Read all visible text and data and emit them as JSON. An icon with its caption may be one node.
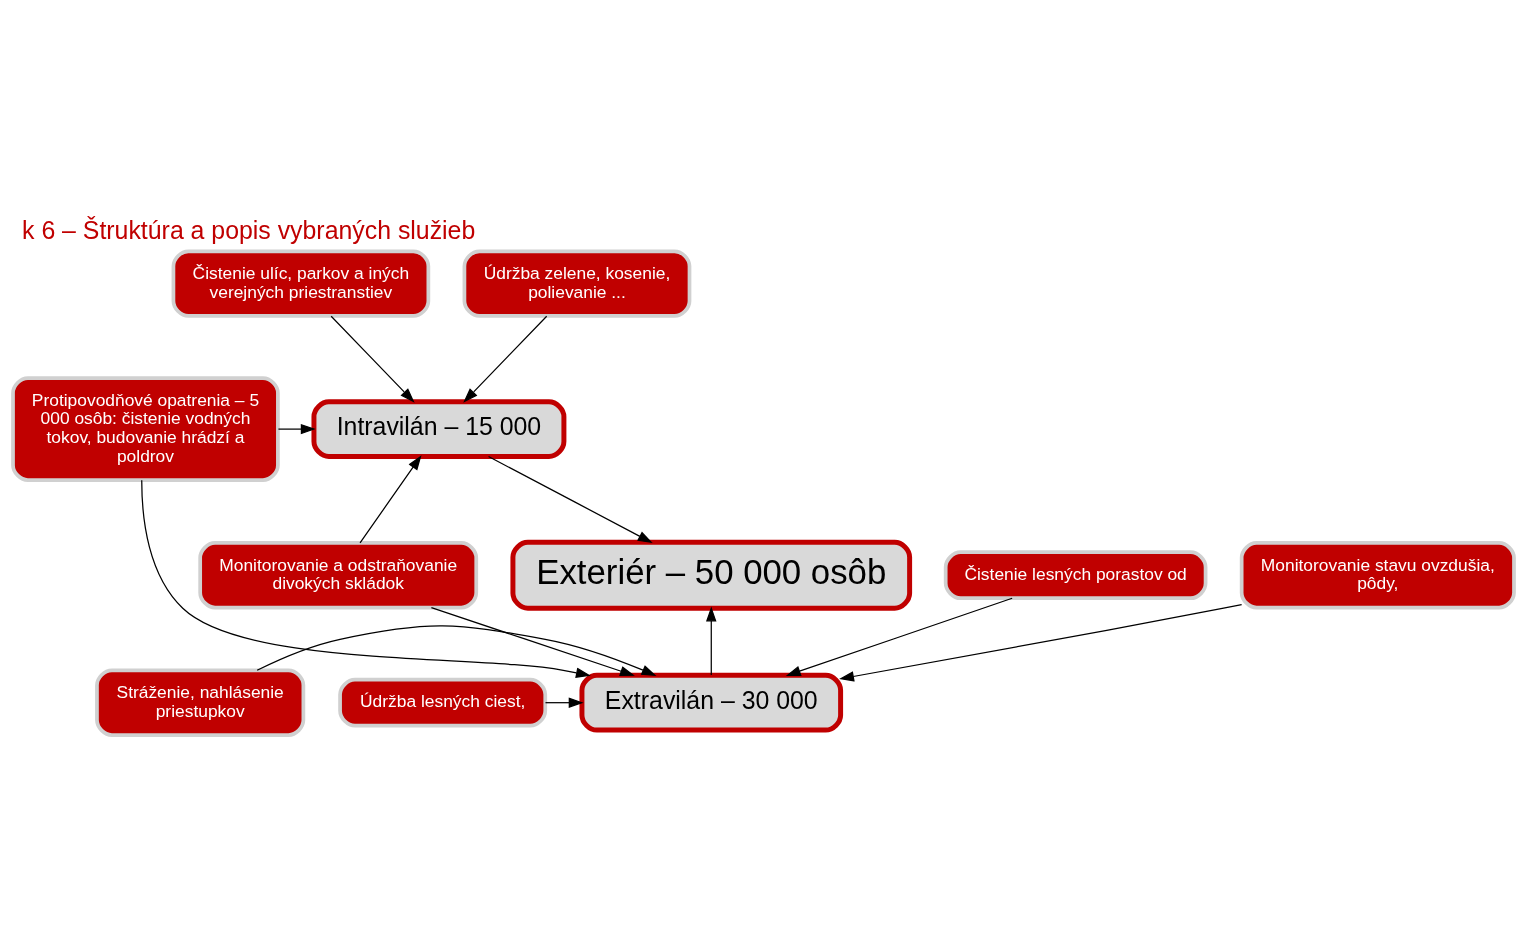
{
  "diagram": {
    "title": "k 6 – Štruktúra a popis vybraných služieb",
    "nodes": [
      {
        "text": [
          "Čistenie ulíc, parkov a iných verejných priestranstiev"
        ]
      },
      {
        "text": [
          "Intravilán – 15 000"
        ]
      },
      {
        "text": [
          "Údržba zelene, kosenie, polievanie ..."
        ]
      },
      {
        "text": [
          "Exteriér – 50 000 osôb"
        ]
      },
      {
        "text": [
          "Monitorovanie a odstraňovanie divokých skládok"
        ]
      },
      {
        "text": [
          "Protipovodňové opatrenia – 5 000 osôb: čistenie vodných tokov, budovanie hrádzí a poldrov"
        ]
      },
      {
        "text": [
          "Extravilán – 30 000"
        ]
      },
      {
        "text": [
          "Údržba lesných ciest,"
        ]
      },
      {
        "text": [
          "Stráženie, nahlásenie priestupkov"
        ]
      },
      {
        "text": [
          "Čistenie lesných porastov od"
        ]
      },
      {
        "text": [
          "Monitorovanie stavu ovzdušia, pôdy,"
        ]
      }
    ],
    "edges": [
      {
        "from": 0,
        "to": 1,
        "arrow": "to"
      },
      {
        "from": 2,
        "to": 1,
        "arrow": "to"
      },
      {
        "from": 1,
        "to": 3,
        "arrow": "to"
      },
      {
        "from": 4,
        "to": 1,
        "arrow": "to"
      },
      {
        "from": 4,
        "to": 6,
        "arrow": "to"
      },
      {
        "from": 5,
        "to": 1,
        "arrow": "to"
      },
      {
        "from": 5,
        "to": 6,
        "arrow": "to"
      },
      {
        "from": 6,
        "to": 3,
        "arrow": "to"
      },
      {
        "from": 7,
        "to": 6,
        "arrow": "to"
      },
      {
        "from": 8,
        "to": 6,
        "arrow": "to"
      },
      {
        "from": 9,
        "to": 6,
        "arrow": "to"
      },
      {
        "from": 10,
        "to": 6,
        "arrow": "to"
      }
    ]
  }
}
